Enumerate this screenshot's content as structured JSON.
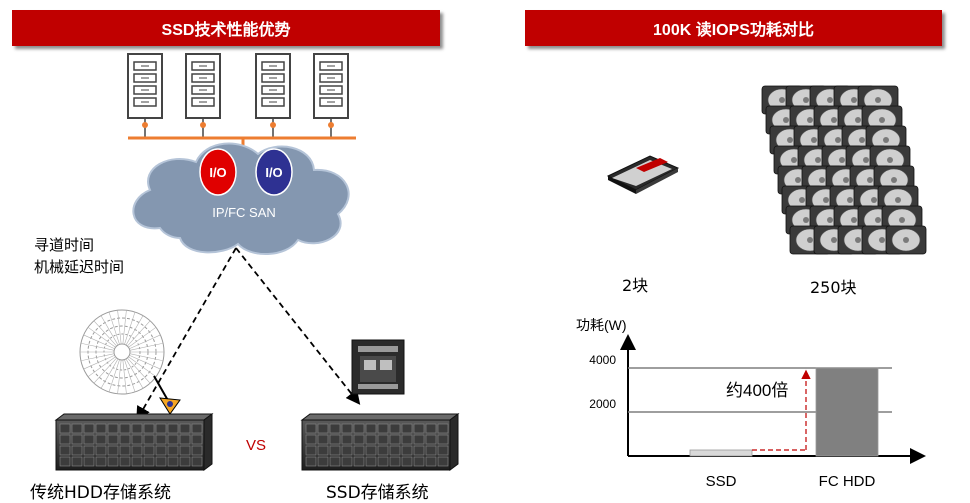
{
  "left_panel": {
    "title": "SSD技术性能优势",
    "cloud_label": "IP/FC SAN",
    "io_badges": [
      "I/O",
      "I/O"
    ],
    "latency_lines": [
      "寻道时间",
      "机械延迟时间"
    ],
    "vs_label": "VS",
    "hdd_system_label": "传统HDD存储系统",
    "ssd_system_label": "SSD存储系统"
  },
  "right_panel": {
    "title": "100K 读IOPS功耗对比",
    "ssd_count_label": "2块",
    "hdd_count_label": "250块"
  },
  "colors": {
    "banner": "#c00000",
    "bus": "#ed7d31",
    "cloud": "#8497b0",
    "io_left": "#e00000",
    "io_right": "#2e3192",
    "arrow": "#c00000"
  },
  "chart_data": {
    "type": "bar",
    "ylabel": "功耗(W)",
    "categories": [
      "SSD",
      "FC HDD"
    ],
    "values": [
      10,
      4000
    ],
    "yticks": [
      2000,
      4000
    ],
    "ylim": [
      0,
      5000
    ],
    "annotation": "约400倍",
    "bar_colors": [
      "#d9d9d9",
      "#808080"
    ]
  }
}
